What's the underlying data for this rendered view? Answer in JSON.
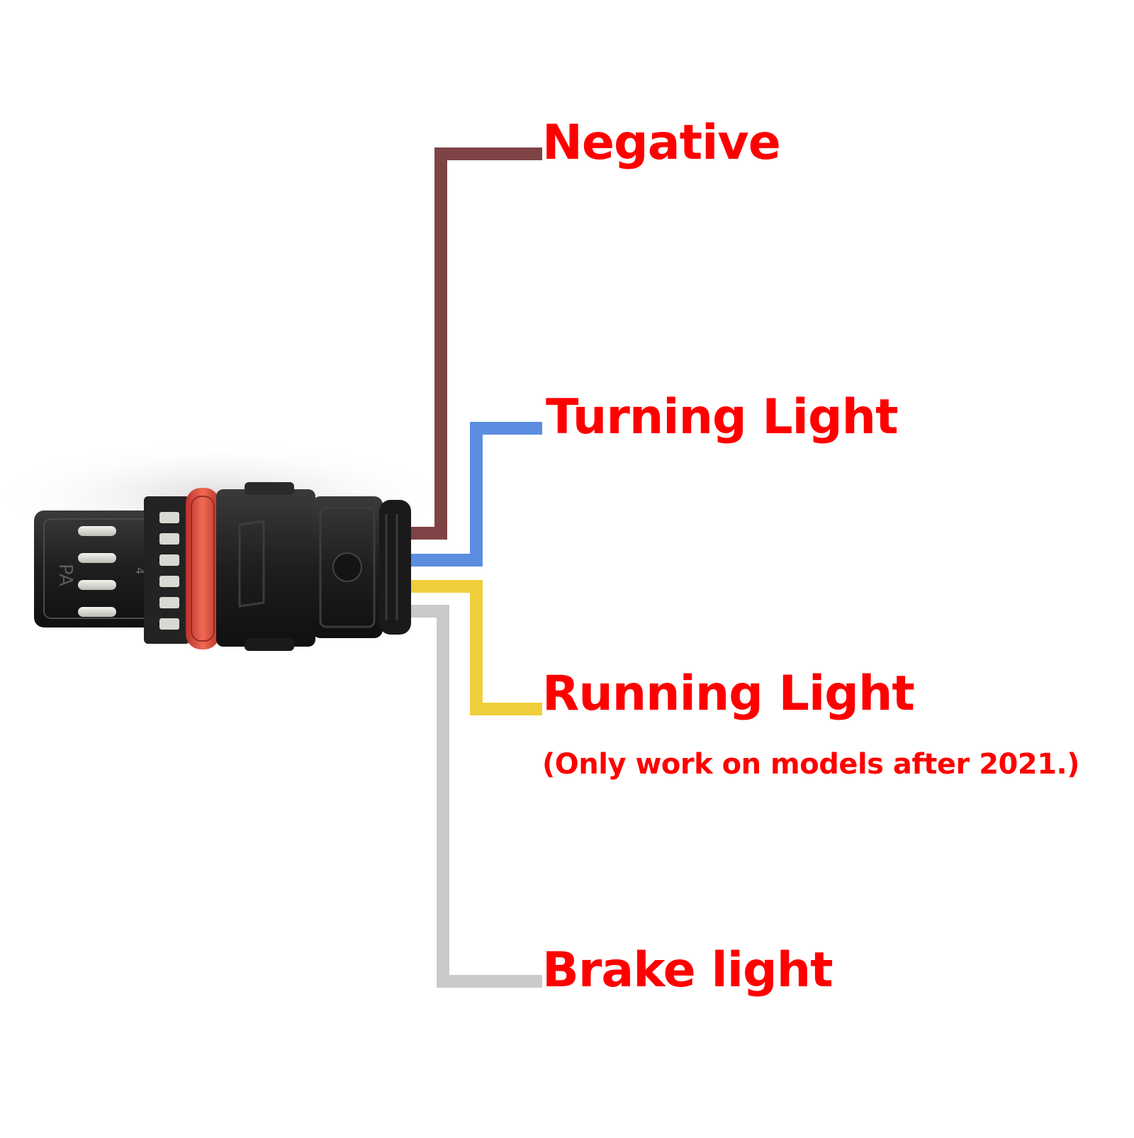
{
  "labels": {
    "negative": "Negative",
    "turning": "Turning Light",
    "running": "Running Light",
    "running_note": "(Only work on models after 2021.)",
    "brake": "Brake light"
  },
  "connector": {
    "markings": [
      "PA",
      "4"
    ]
  },
  "colors": {
    "label_text": "#ff0000",
    "wire_negative": "#7e4445",
    "wire_turning": "#5b8de0",
    "wire_running": "#f0cf3c",
    "wire_brake": "#c9c9c9",
    "connector_body": "#1f1f1f",
    "seal_ring": "#e24a38"
  }
}
